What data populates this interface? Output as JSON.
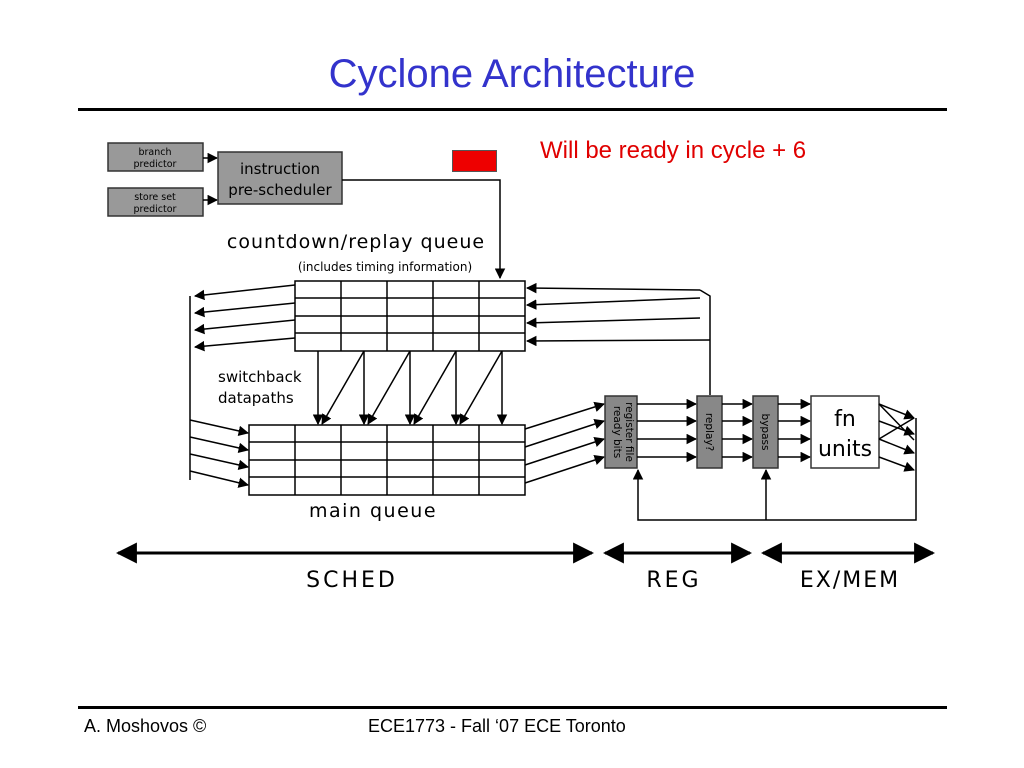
{
  "slide": {
    "title": "Cyclone Architecture",
    "note": "Will be ready in cycle + 6",
    "marker_color": "#ee0000"
  },
  "diagram": {
    "branch_predictor": [
      "branch",
      "predictor"
    ],
    "store_set_predictor": [
      "store set",
      "predictor"
    ],
    "pre_scheduler": [
      "instruction",
      "pre-scheduler"
    ],
    "replay_queue_label": "countdown/replay queue",
    "replay_queue_sublabel": "(includes timing information)",
    "switchback": [
      "switchback",
      "datapaths"
    ],
    "main_queue_label": "main queue",
    "register_file": [
      "register file",
      "ready bits"
    ],
    "replay": "replay?",
    "bypass": "bypass",
    "fn_units": [
      "fn",
      "units"
    ],
    "stages": [
      "SCHED",
      "REG",
      "EX/MEM"
    ]
  },
  "footer": {
    "author": "A. Moshovos ©",
    "course": "ECE1773 - Fall ‘07 ECE Toronto"
  }
}
